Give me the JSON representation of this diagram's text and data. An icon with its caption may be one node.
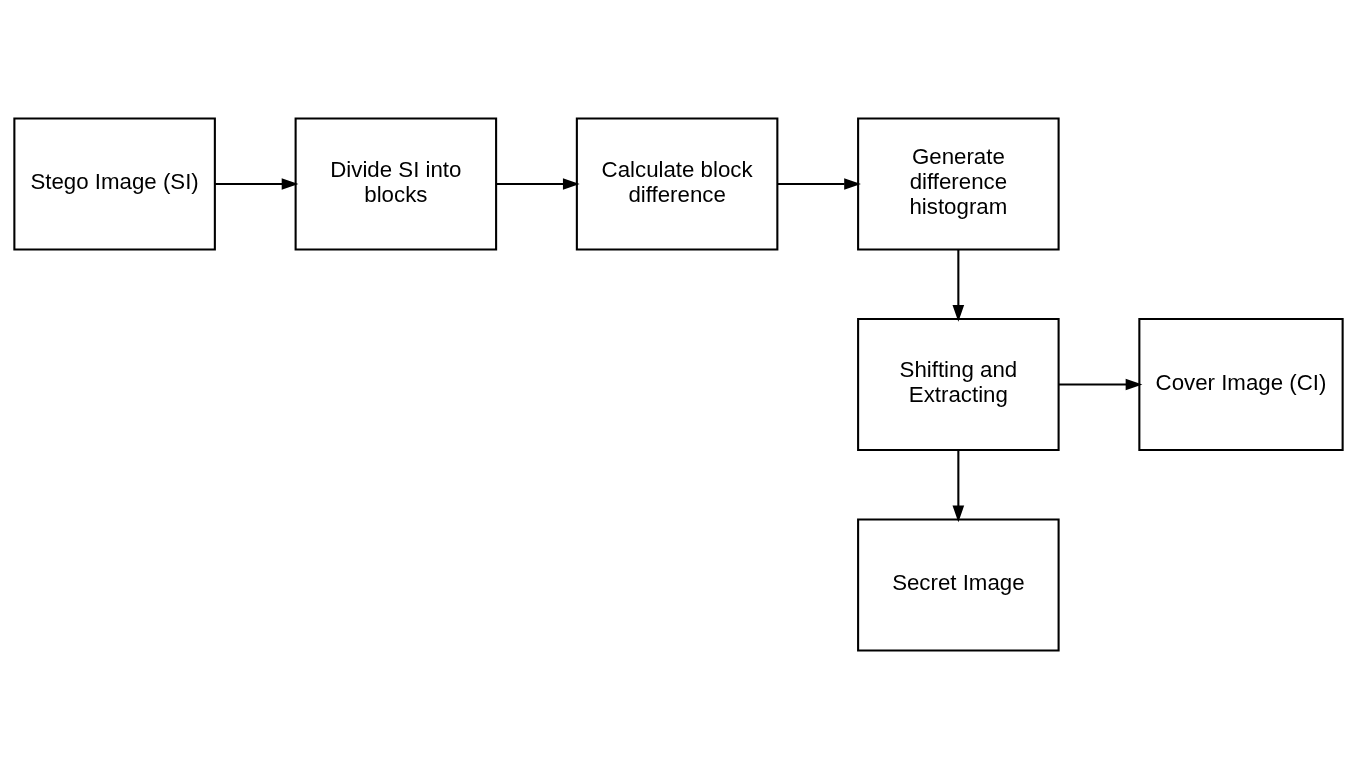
{
  "diagram": {
    "nodes": [
      {
        "text": [
          "Stego Image (SI)"
        ]
      },
      {
        "text": [
          "Divide SI into blocks"
        ]
      },
      {
        "text": [
          "Calculate block difference"
        ]
      },
      {
        "text": [
          "Generate difference histogram"
        ]
      },
      {
        "text": [
          "Shifting and Extracting"
        ]
      },
      {
        "text": [
          "Cover Image (CI)"
        ]
      },
      {
        "text": [
          "Secret Image"
        ]
      }
    ],
    "edges": [
      {
        "from": 0,
        "to": 1,
        "arrow": "to"
      },
      {
        "from": 1,
        "to": 2,
        "arrow": "to"
      },
      {
        "from": 2,
        "to": 3,
        "arrow": "to"
      },
      {
        "from": 3,
        "to": 4,
        "arrow": "to"
      },
      {
        "from": 4,
        "to": 5,
        "arrow": "to"
      },
      {
        "from": 4,
        "to": 6,
        "arrow": "to"
      }
    ]
  }
}
